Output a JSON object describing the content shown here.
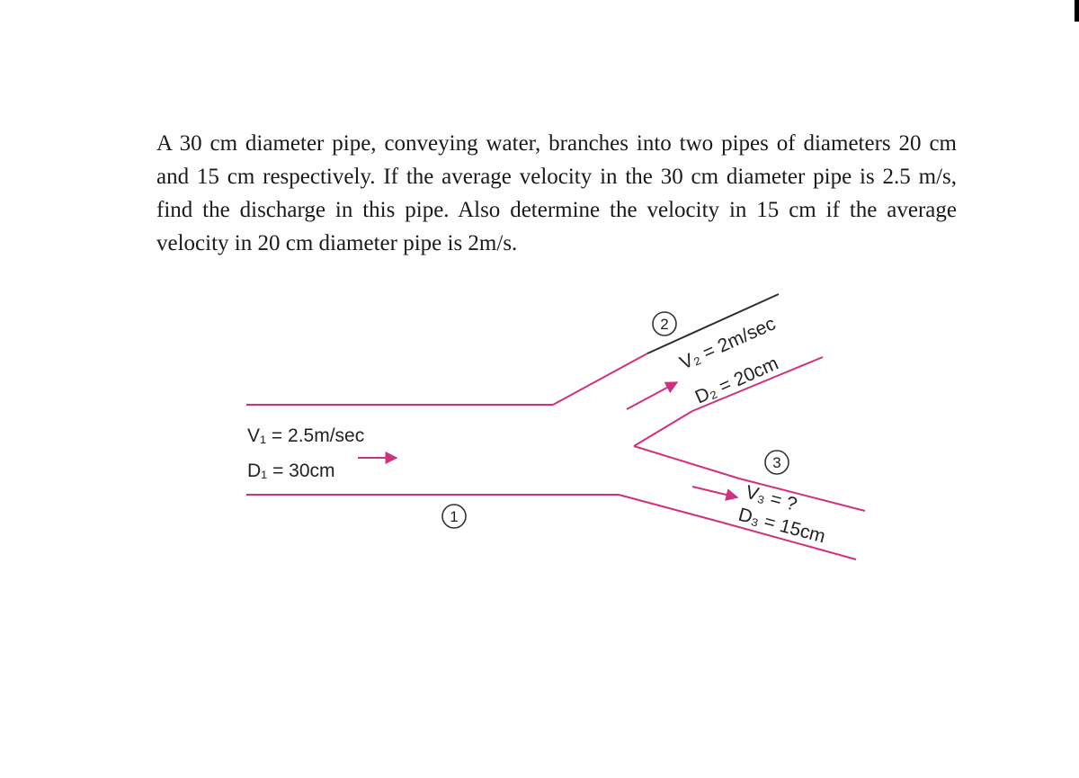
{
  "problem_text": "A 30 cm diameter pipe, conveying water, branches into two pipes of diameters 20 cm and 15 cm respectively. If the average velocity in the 30 cm diameter pipe is 2.5 m/s, find the discharge in this pipe. Also determine the velocity in 15 cm if the average velocity in 20 cm diameter pipe is 2m/s.",
  "diagram": {
    "pipe1": {
      "marker": "1",
      "velocity_label": "V₁ = 2.5m/sec",
      "diameter_label": "D₁ = 30cm"
    },
    "pipe2": {
      "marker": "2",
      "velocity_label": "V₂ = 2m/sec",
      "diameter_label": "D₂ = 20cm"
    },
    "pipe3": {
      "marker": "3",
      "velocity_label": "V₃ = ?",
      "diameter_label": "D₃ = 15cm"
    },
    "colors": {
      "pipe_wall": "#d0307f",
      "outline": "#2e2e2e",
      "arrow": "#d0307f"
    }
  }
}
